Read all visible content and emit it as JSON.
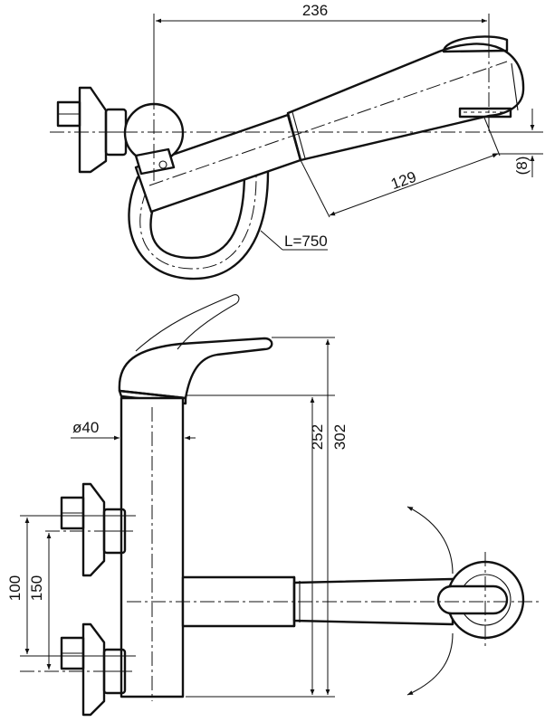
{
  "dimensions": {
    "total_length": "236",
    "pullout_length": "129",
    "offset": "(8)",
    "hose_length": "L=750",
    "diameter": "ø40",
    "height_body": "252",
    "height_total": "302",
    "spacing_a": "100",
    "spacing_b": "150"
  }
}
